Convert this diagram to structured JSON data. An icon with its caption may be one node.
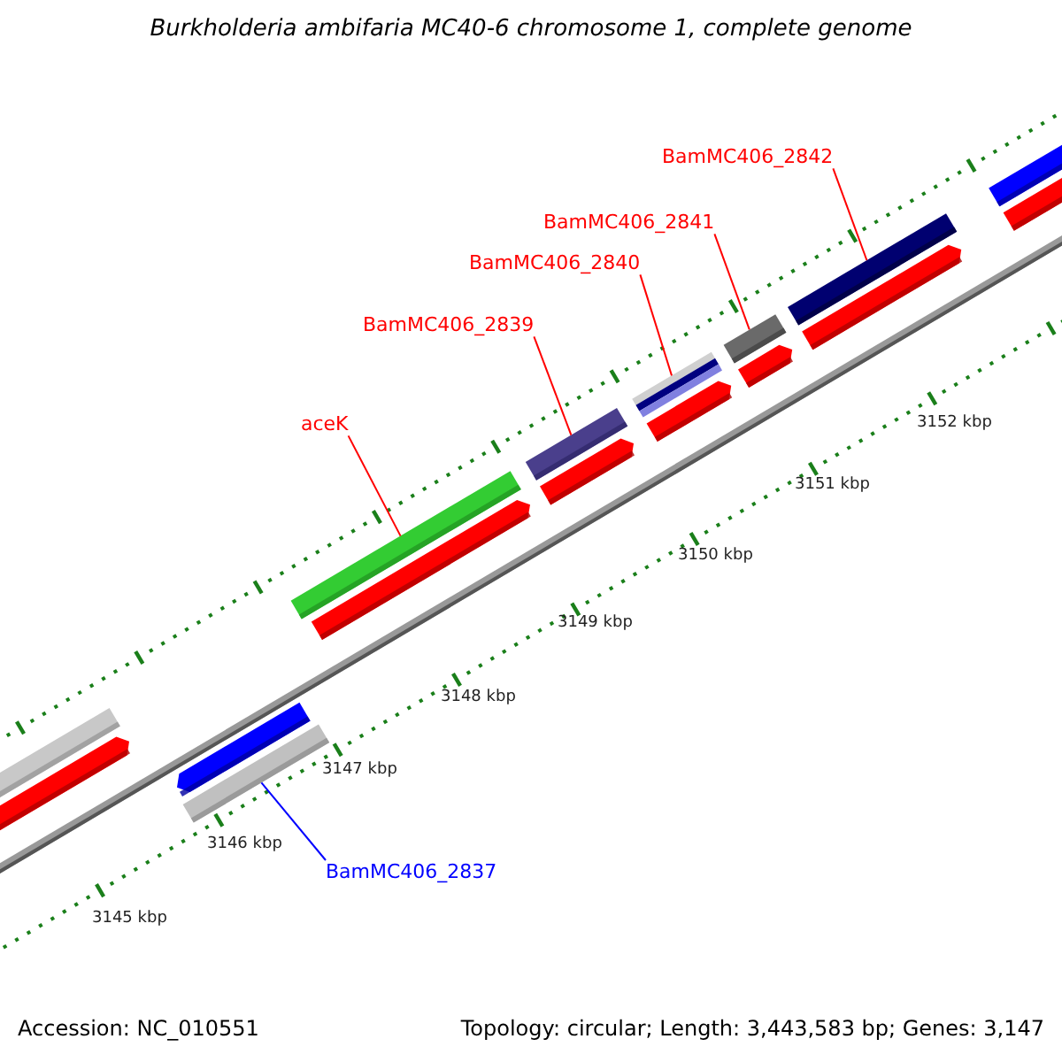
{
  "diagram": {
    "title": "Burkholderia ambifaria MC40-6 chromosome 1, complete genome",
    "nodes": [
      {
        "text": [
          "BamMC406_2842"
        ]
      },
      {
        "text": [
          "BamMC406_2841"
        ]
      },
      {
        "text": [
          "BamMC406_2840"
        ]
      },
      {
        "text": [
          "BamMC406_2839"
        ]
      },
      {
        "text": [
          "aceK"
        ]
      },
      {
        "text": [
          "BamMC406_2837"
        ]
      },
      {
        "text": [],
        "shape": "bar"
      },
      {
        "text": [],
        "shape": "bar"
      },
      {
        "text": [],
        "shape": "bar"
      },
      {
        "text": [],
        "shape": "bar"
      },
      {
        "text": [],
        "shape": "bar"
      },
      {
        "text": [],
        "shape": "bar"
      }
    ],
    "edges": [
      {
        "from": 0,
        "to": 6,
        "arrow": "none"
      },
      {
        "from": 1,
        "to": 7,
        "arrow": "none"
      },
      {
        "from": 2,
        "to": 8,
        "arrow": "none"
      },
      {
        "from": 3,
        "to": 9,
        "arrow": "none"
      },
      {
        "from": 4,
        "to": 10,
        "arrow": "none"
      },
      {
        "from": 5,
        "to": 11,
        "arrow": "none",
        "color": "#0000ff"
      }
    ],
    "labels": [
      "3152 kbp",
      "3151 kbp",
      "3150 kbp",
      "3149 kbp",
      "3148 kbp",
      "3147 kbp",
      "3146 kbp",
      "3145 kbp",
      "Accession: NC_010551",
      "Topology: circular; Length: 3,443,583 bp; Genes: 3,147"
    ]
  }
}
